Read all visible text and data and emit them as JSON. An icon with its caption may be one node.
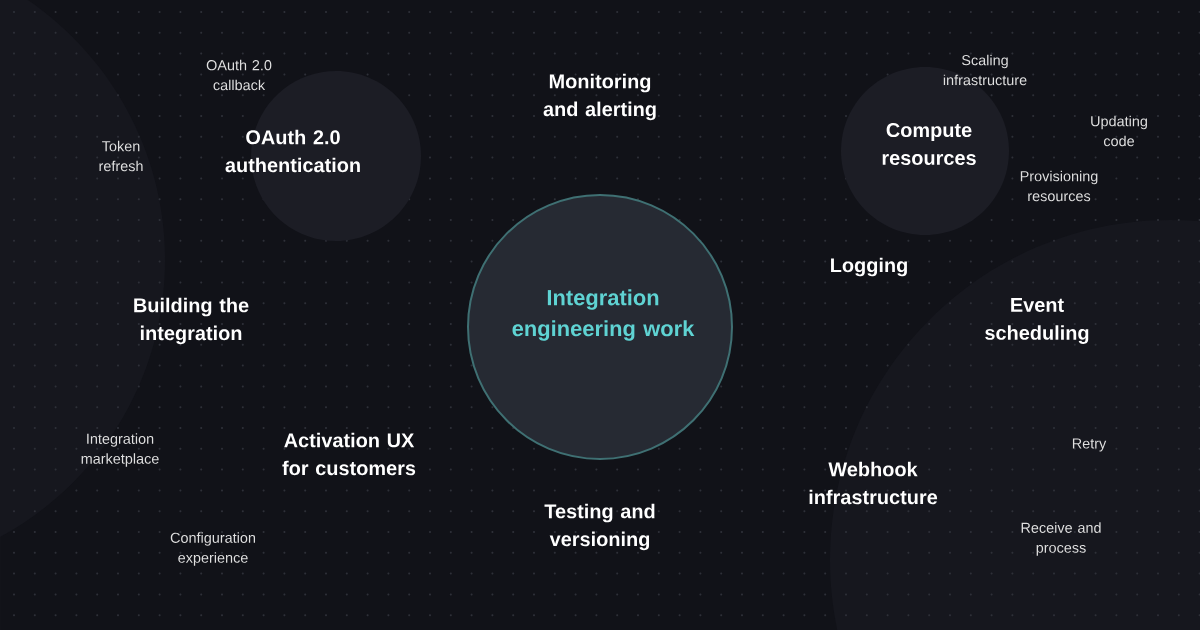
{
  "diagram": {
    "nodes": [
      {
        "text": [
          "OAuth 2.0 authentication"
        ]
      },
      {
        "text": [
          "Compute resources"
        ]
      },
      {
        "text": [
          "Integration engineering work"
        ]
      }
    ],
    "labels": [
      "OAuth 2.0 callback",
      "Monitoring and alerting",
      "Scaling infrastructure",
      "Updating code",
      "Token refresh",
      "Provisioning resources",
      "Logging",
      "Building the integration",
      "Event scheduling",
      "Retry",
      "Integration marketplace",
      "Activation UX for customers",
      "Webhook infrastructure",
      "Configuration experience",
      "Testing and versioning",
      "Receive and process"
    ]
  }
}
